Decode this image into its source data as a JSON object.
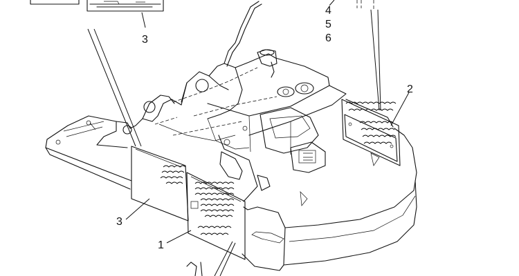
{
  "diagram": {
    "part_numbers": {
      "top_list": [
        "4",
        "5",
        "6"
      ],
      "inset_callout": "3",
      "right_panel": "2",
      "left_cover": "3",
      "front_cover": "1"
    }
  }
}
